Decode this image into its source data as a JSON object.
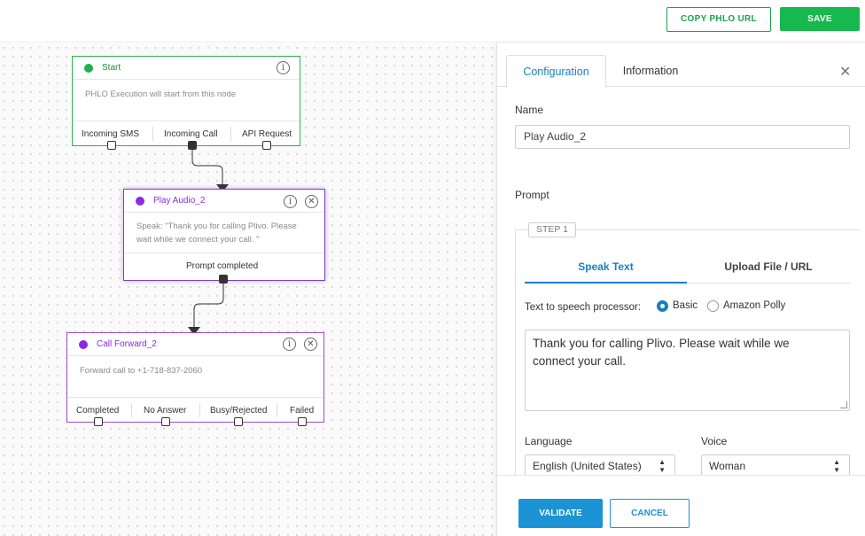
{
  "toolbar": {
    "copy_label": "COPY PHLO URL",
    "save_label": "SAVE"
  },
  "canvas": {
    "start_node": {
      "title": "Start",
      "body": "PHLO Execution will start from this node",
      "ports": [
        "Incoming SMS",
        "Incoming Call",
        "API Request"
      ]
    },
    "play_node": {
      "title": "Play Audio_2",
      "body_line1": "Speak: \"Thank you for calling Plivo. Please",
      "body_line2": "wait while we connect your call. \"",
      "ports": [
        "Prompt completed"
      ]
    },
    "forward_node": {
      "title": "Call Forward_2",
      "body": "Forward call to +1-718-837-2060",
      "ports": [
        "Completed",
        "No Answer",
        "Busy/Rejected",
        "Failed"
      ]
    },
    "node_colors": {
      "start": "#1ab34d",
      "action": "#8a2be2"
    }
  },
  "panel": {
    "tabs": [
      "Configuration",
      "Information"
    ],
    "active_tab": "Configuration",
    "name_label": "Name",
    "name_value": "Play Audio_2",
    "prompt_label": "Prompt",
    "step_label": "STEP 1",
    "subtabs": [
      "Speak Text",
      "Upload File / URL"
    ],
    "active_subtab": "Speak Text",
    "tts_label": "Text to speech processor:",
    "tts_options": [
      "Basic",
      "Amazon Polly"
    ],
    "tts_selected": "Basic",
    "speak_text_line1": "Thank you for calling Plivo. Please wait while we",
    "speak_text_line2": "connect your call.",
    "language_label": "Language",
    "language_value": "English (United States)",
    "voice_label": "Voice",
    "voice_value": "Woman",
    "validate_label": "VALIDATE",
    "cancel_label": "CANCEL"
  },
  "colors": {
    "accent_blue": "#1a7fc1",
    "save_green": "#17b84e",
    "validate_blue": "#1b93d4"
  }
}
